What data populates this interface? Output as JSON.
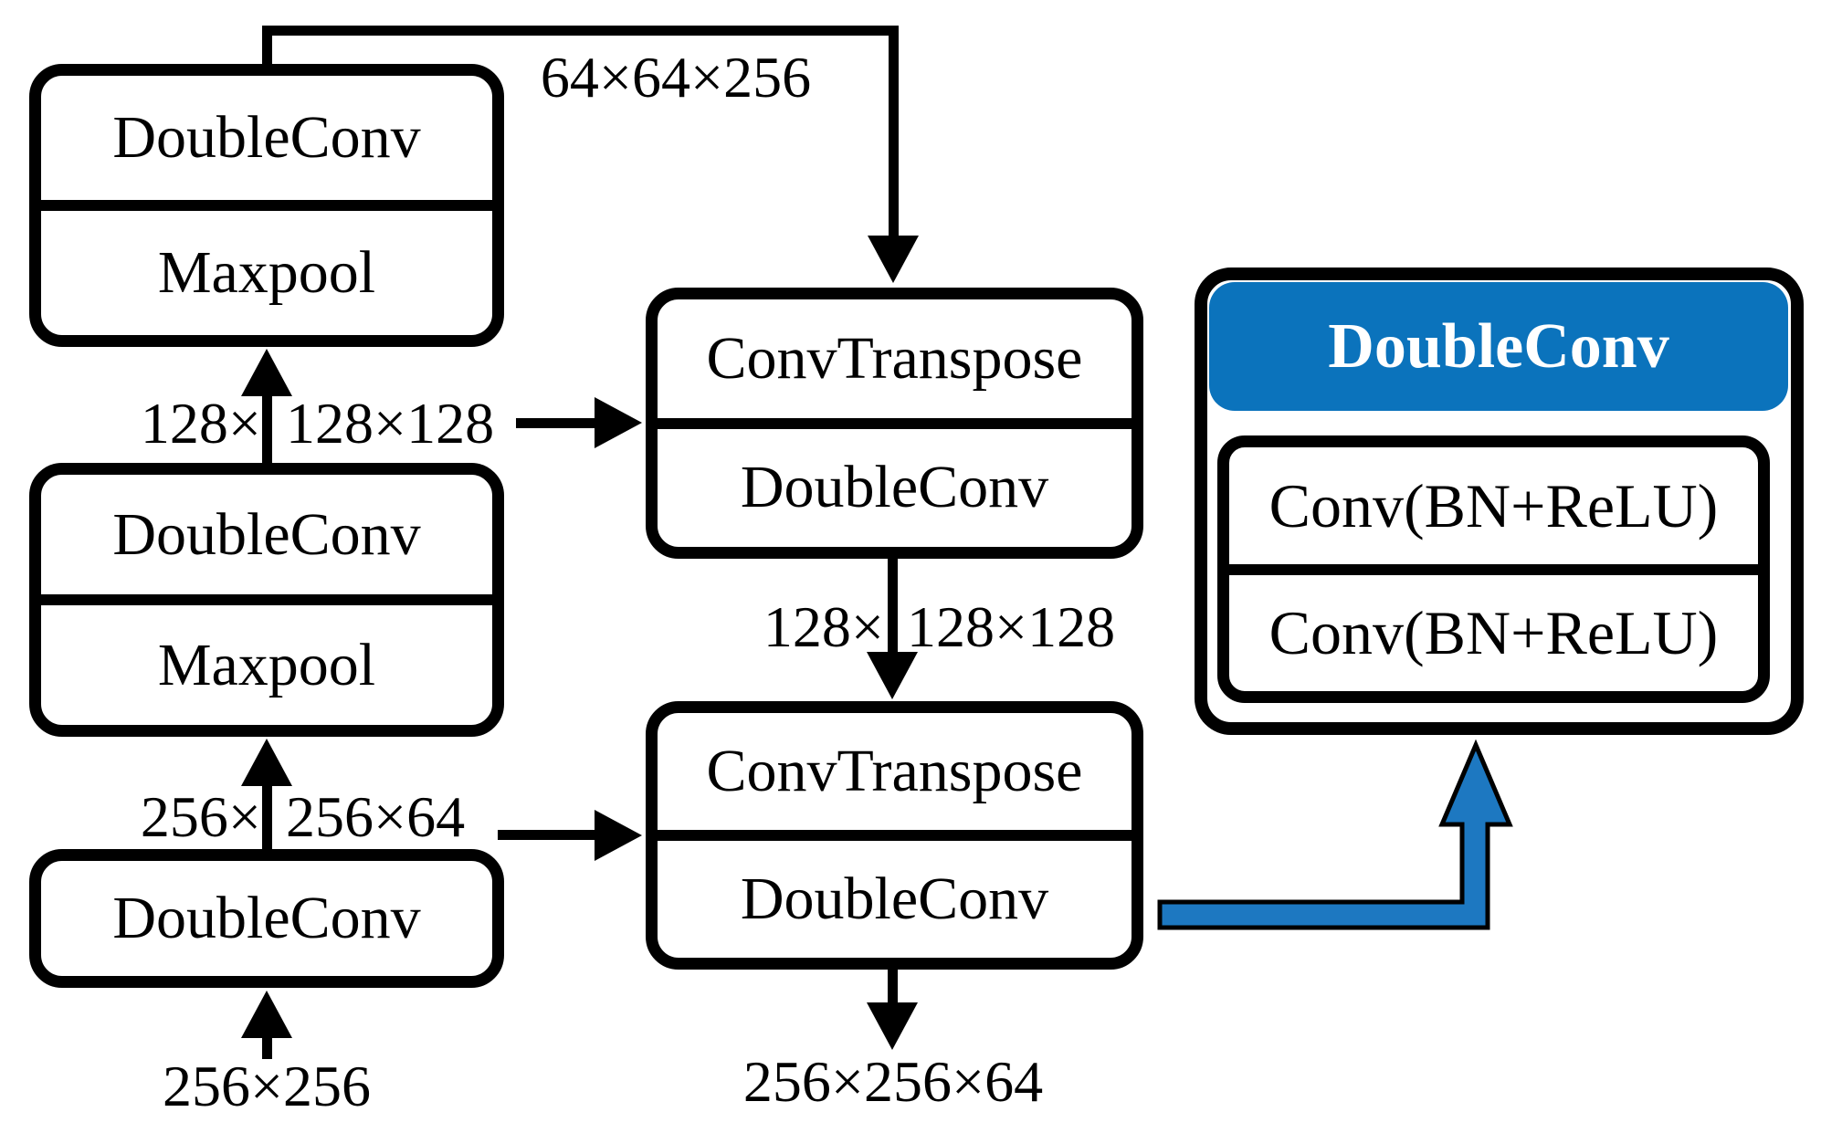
{
  "palette": {
    "ink": "#000000",
    "header_blue": "#0b73bc",
    "arrow_blue": "#1d78c1",
    "header_text": "#ffffff",
    "bg": "#ffffff"
  },
  "blocks": {
    "enc1": {
      "cells": [
        "DoubleConv",
        "Maxpool"
      ]
    },
    "enc2": {
      "cells": [
        "DoubleConv",
        "Maxpool"
      ]
    },
    "enc3": {
      "cells": [
        "DoubleConv"
      ]
    },
    "dec1": {
      "cells": [
        "ConvTranspose",
        "DoubleConv"
      ]
    },
    "dec2": {
      "cells": [
        "ConvTranspose",
        "DoubleConv"
      ]
    }
  },
  "labels": {
    "input": "256×256",
    "skip_top": "64×64×256",
    "enc12_left": "128×",
    "enc12_right": "128×128",
    "enc23_left": "256×",
    "enc23_right": "256×64",
    "dec12_left": "128×",
    "dec12_right": "128×128",
    "output": "256×256×64"
  },
  "legend": {
    "title": "DoubleConv",
    "cells": [
      "Conv(BN+ReLU)",
      "Conv(BN+ReLU)"
    ]
  }
}
